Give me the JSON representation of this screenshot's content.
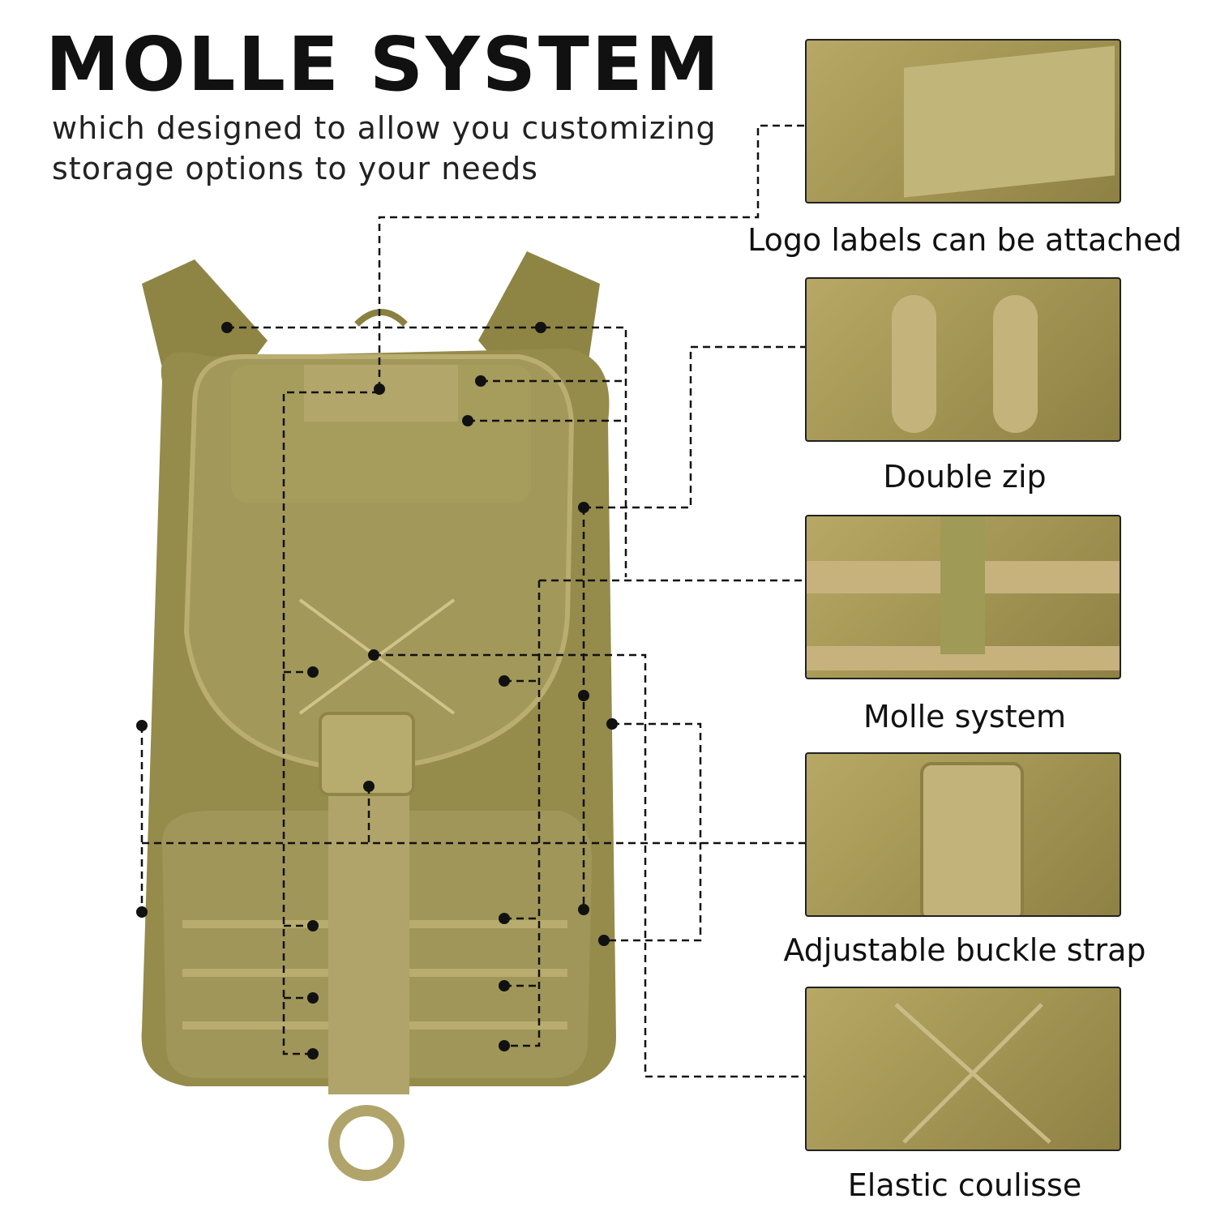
{
  "header": {
    "title": "MOLLE SYSTEM",
    "subtitle_line1": "which designed to allow you customizing",
    "subtitle_line2": "storage options to your needs"
  },
  "features": [
    {
      "caption": "Logo labels can be attached",
      "icon": "velcro-patch-photo"
    },
    {
      "caption": "Double zip",
      "icon": "zipper-pulls-photo"
    },
    {
      "caption": "Molle system",
      "icon": "molle-webbing-photo"
    },
    {
      "caption": "Adjustable buckle strap",
      "icon": "buckle-photo"
    },
    {
      "caption": "Elastic coulisse",
      "icon": "elastic-cord-photo"
    }
  ],
  "colors": {
    "fabric": "#9d9352",
    "fabric_dark": "#7f7639",
    "webbing": "#b0a265"
  }
}
